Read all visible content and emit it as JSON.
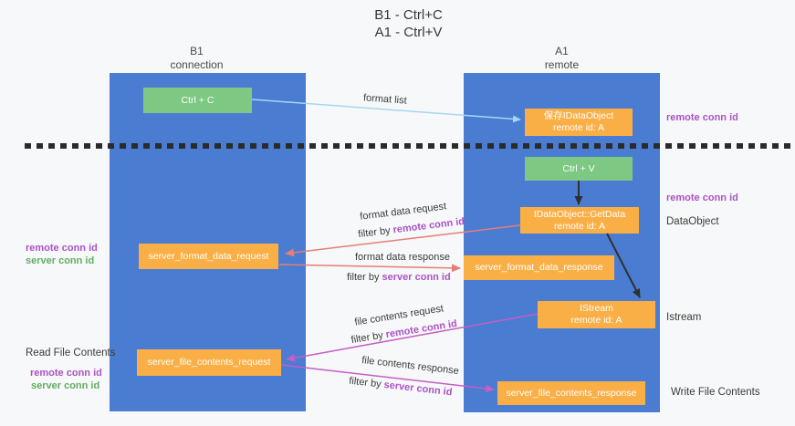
{
  "title": {
    "line1": "B1 - Ctrl+C",
    "line2": "A1 - Ctrl+V"
  },
  "lanes": {
    "left": {
      "name": "B1",
      "role": "connection"
    },
    "right": {
      "name": "A1",
      "role": "remote"
    }
  },
  "nodes": {
    "ctrl_c": {
      "label": "Ctrl + C"
    },
    "ctrl_v": {
      "label": "Ctrl + V"
    },
    "save_dataobject": {
      "line1": "保存IDataObject",
      "line2": "remote id: A"
    },
    "getdata": {
      "line1": "IDataObject::GetData",
      "line2": "remote id: A"
    },
    "istream": {
      "line1": "IStream",
      "line2": "remote id: A"
    },
    "server_format_data_request": {
      "label": "server_format_data_request"
    },
    "server_format_data_response": {
      "label": "server_format_data_response"
    },
    "server_file_contents_request": {
      "label": "server_file_contents_request"
    },
    "server_file_contents_response": {
      "label": "server_file_contents_response"
    }
  },
  "edges": {
    "format_list": {
      "label": "format list"
    },
    "format_data_request": {
      "label": "format data request",
      "filter_prefix": "filter by ",
      "filter_id": "remote conn id"
    },
    "format_data_response": {
      "label": "format data response",
      "filter_prefix": "filter by ",
      "filter_id": "server conn id"
    },
    "file_contents_request": {
      "label": "file contents request",
      "filter_prefix": "filter by ",
      "filter_id": "remote conn id"
    },
    "file_contents_response": {
      "label": "file contents response",
      "filter_prefix": "filter by ",
      "filter_id": "server conn id"
    }
  },
  "annotations": {
    "right_top_conn_id": "remote conn id",
    "right_mid_conn_id": "remote conn id",
    "dataobject": "DataObject",
    "istream": "Istream",
    "write_file_contents": "Write File Contents",
    "left_mid_remote": "remote conn id",
    "left_mid_server": "server conn id",
    "read_file_contents": "Read File Contents",
    "left_bottom_remote": "remote conn id",
    "left_bottom_server": "server conn id"
  },
  "colors": {
    "lane_blue": "#4a7cd2",
    "node_orange": "#faaf46",
    "node_green": "#7dc882",
    "remote_conn_purple": "#ab52c7",
    "server_conn_green": "#62ad64",
    "arrow_salmon": "#e87d78",
    "arrow_magenta": "#c55ec5",
    "arrow_lightblue": "#a9d5f2",
    "arrow_black": "#303030"
  }
}
